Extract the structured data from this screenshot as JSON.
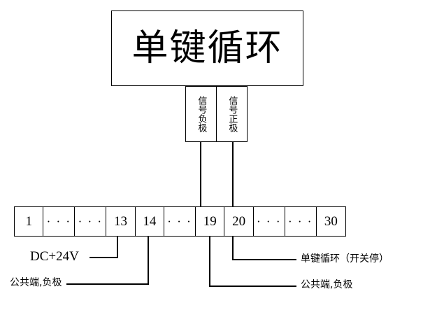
{
  "diagram": {
    "kind": "wiring-diagram",
    "colors": {
      "line": "#000000",
      "background": "#ffffff"
    },
    "module": {
      "title": "单键循环"
    },
    "signal_terminals": [
      {
        "name": "signal-negative",
        "label": "信号负极",
        "connects_to_terminal": "19"
      },
      {
        "name": "signal-positive",
        "label": "信号正极",
        "connects_to_terminal": "20"
      }
    ],
    "terminal_strip": {
      "cells": [
        {
          "type": "number",
          "label": "1"
        },
        {
          "type": "dots",
          "label": "· · ·"
        },
        {
          "type": "dots",
          "label": "· · ·"
        },
        {
          "type": "number",
          "label": "13"
        },
        {
          "type": "number",
          "label": "14"
        },
        {
          "type": "dots",
          "label": "· · ·"
        },
        {
          "type": "number",
          "label": "19"
        },
        {
          "type": "number",
          "label": "20"
        },
        {
          "type": "dots",
          "label": "· · ·"
        },
        {
          "type": "dots",
          "label": "· · ·"
        },
        {
          "type": "number",
          "label": "30"
        }
      ]
    },
    "annotations": [
      {
        "name": "dc-24v",
        "label": "DC+24V",
        "from_terminal": "13",
        "side": "left"
      },
      {
        "name": "common-negative-left",
        "label": "公共端,负极",
        "from_terminal": "14",
        "side": "left"
      },
      {
        "name": "single-key-cycle",
        "label": "单键循环（开关停）",
        "from_terminal": "20",
        "side": "right"
      },
      {
        "name": "common-negative-right",
        "label": "公共端,负极",
        "from_terminal": "19",
        "side": "right"
      }
    ]
  }
}
